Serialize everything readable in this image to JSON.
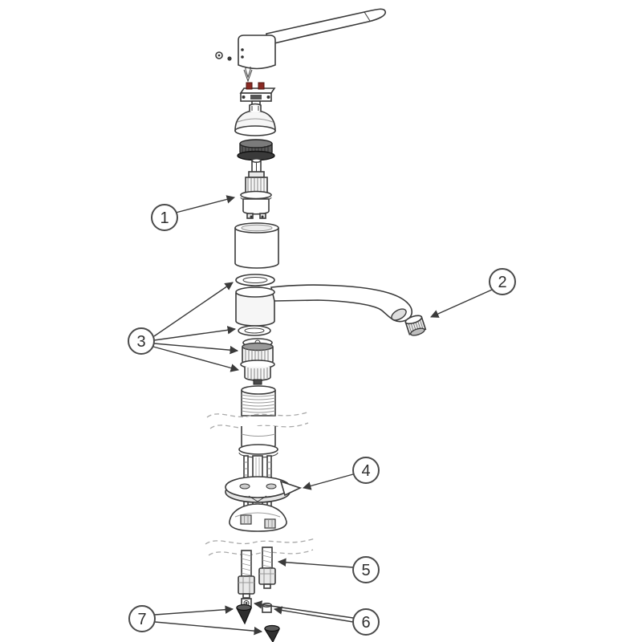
{
  "figure": {
    "subject": "exploded-parts-diagram-lever-mixer-tap",
    "background": "#ffffff",
    "line_color": "#3a3a3a",
    "accent_red": "#8a2a24"
  },
  "callouts": [
    {
      "label": "1"
    },
    {
      "label": "2"
    },
    {
      "label": "3"
    },
    {
      "label": "4"
    },
    {
      "label": "5"
    },
    {
      "label": "6"
    },
    {
      "label": "7"
    }
  ]
}
